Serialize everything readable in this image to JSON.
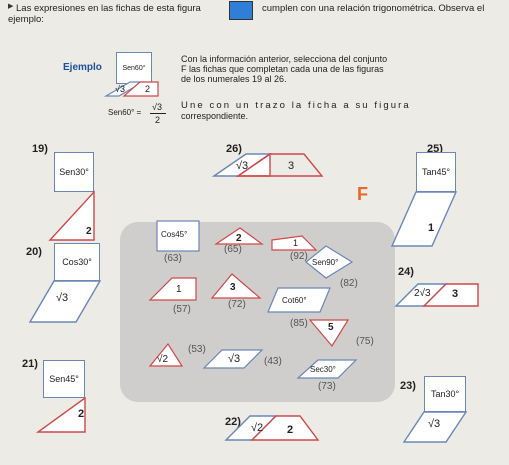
{
  "header": {
    "line1_a": "Las expresiones en las fichas de esta figura",
    "line1_b": "cumplen con una relación trigonométrica. Observa el",
    "line2": "ejemplo:",
    "header_square_color": "#2f7fd6"
  },
  "example": {
    "label": "Ejemplo",
    "square": "Sen60°",
    "para1": "√3",
    "tri1": "2",
    "formula_left": "Sen60° =",
    "formula_num": "√3",
    "formula_den": "2"
  },
  "instructions": {
    "l1": "Con la información anterior, selecciona del conjunto",
    "l2": "F las fichas  que completan cada una de las figuras",
    "l3": "de los numerales 19 al 26.",
    "l4": "Une con un trazo la ficha a su figura",
    "l5": "correspondiente."
  },
  "figures": {
    "f19": {
      "num": "19)",
      "square": "Sen30°",
      "tri": "2"
    },
    "f26": {
      "num": "26)",
      "para": "√3",
      "tri": "3"
    },
    "f25": {
      "num": "25)",
      "square": "Tan45°",
      "para": "1"
    },
    "f20": {
      "num": "20)",
      "square": "Cos30°",
      "para": "√3"
    },
    "f24": {
      "num": "24)",
      "para": "2√3",
      "tri": "3"
    },
    "f21": {
      "num": "21)",
      "square": "Sen45°",
      "tri": "2"
    },
    "f22": {
      "num": "22)",
      "para": "√2",
      "tri": "2"
    },
    "f23": {
      "num": "23)",
      "square": "Tan30°",
      "para": "√3"
    }
  },
  "set_f": {
    "label": "F",
    "label_color": "#e8682a",
    "tiles": {
      "cos45": "Cos45°",
      "n63": "(63)",
      "t65": "2",
      "n65": "(65)",
      "t92": "1",
      "n92": "(92)",
      "sen90": "Sen90°",
      "n82": "(82)",
      "t57": "1",
      "n57": "(57)",
      "t72": "3",
      "n72": "(72)",
      "cot60": "Cot60°",
      "n85": "(85)",
      "t75": "5",
      "n75": "(75)",
      "t53": "√2",
      "n53": "(53)",
      "t43": "√3",
      "n43": "(43)",
      "sec30": "Sec30°",
      "n73": "(73)"
    }
  }
}
